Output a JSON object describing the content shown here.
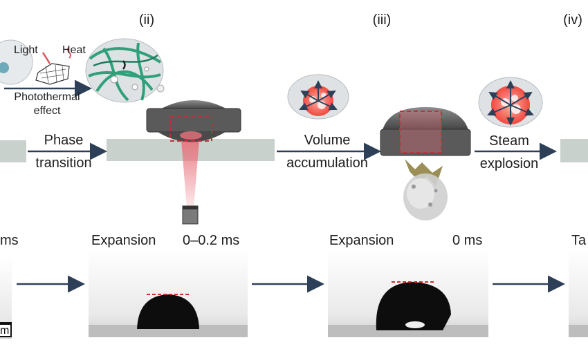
{
  "panels": {
    "ii": "(ii)",
    "iii": "(iii)",
    "iv": "(iv)"
  },
  "inset": {
    "light": "Light",
    "heat": "Heat",
    "photothermal_line1": "Photothermal",
    "photothermal_line2": "effect"
  },
  "transitions": {
    "phase_line1": "Phase",
    "phase_line2": "transition",
    "volume_line1": "Volume",
    "volume_line2": "accumulation",
    "steam_line1": "Steam",
    "steam_line2": "explosion"
  },
  "bottom_row": {
    "ms_partial": "ms",
    "expansion_1": "Expansion",
    "time_1": "0–0.2 ms",
    "expansion_2": "Expansion",
    "time_2": "0 ms",
    "partial_right": "Ta",
    "scale_partial": "m"
  },
  "colors": {
    "arrow": "#2e4058",
    "substrate": "#c9d1cd",
    "droplet": "#4a4a4a",
    "laser": "#e8707a",
    "hot_core": "#f04a3e",
    "fiber": "#2fa07a"
  }
}
